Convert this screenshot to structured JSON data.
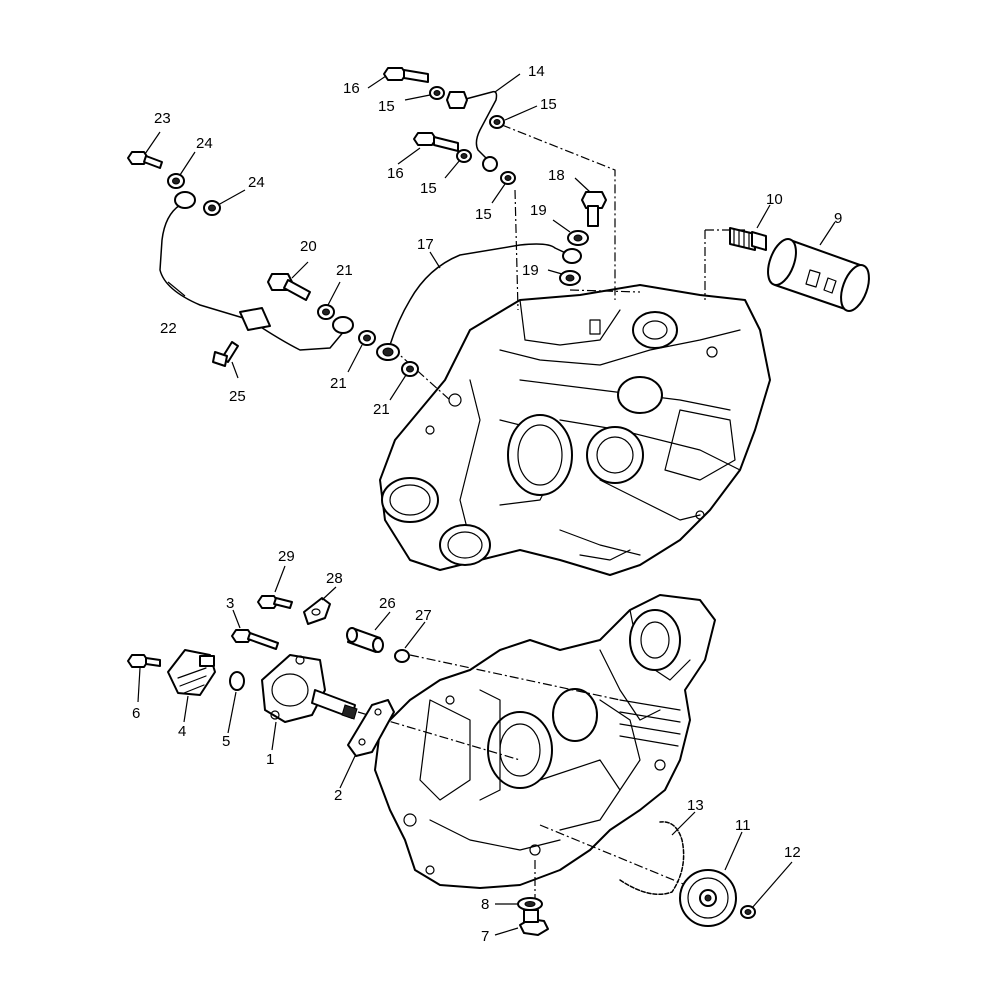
{
  "diagram": {
    "callouts": {
      "c1": "1",
      "c2": "2",
      "c3": "3",
      "c4": "4",
      "c5": "5",
      "c6": "6",
      "c7": "7",
      "c8": "8",
      "c9": "9",
      "c10": "10",
      "c11": "11",
      "c12": "12",
      "c13": "13",
      "c14": "14",
      "c15a": "15",
      "c15b": "15",
      "c15c": "15",
      "c15d": "15",
      "c16a": "16",
      "c16b": "16",
      "c17": "17",
      "c18": "18",
      "c19a": "19",
      "c19b": "19",
      "c20": "20",
      "c21a": "21",
      "c21b": "21",
      "c21c": "21",
      "c22": "22",
      "c23": "23",
      "c24a": "24",
      "c24b": "24",
      "c25": "25",
      "c26": "26",
      "c27": "27",
      "c28": "28",
      "c29": "29"
    }
  }
}
